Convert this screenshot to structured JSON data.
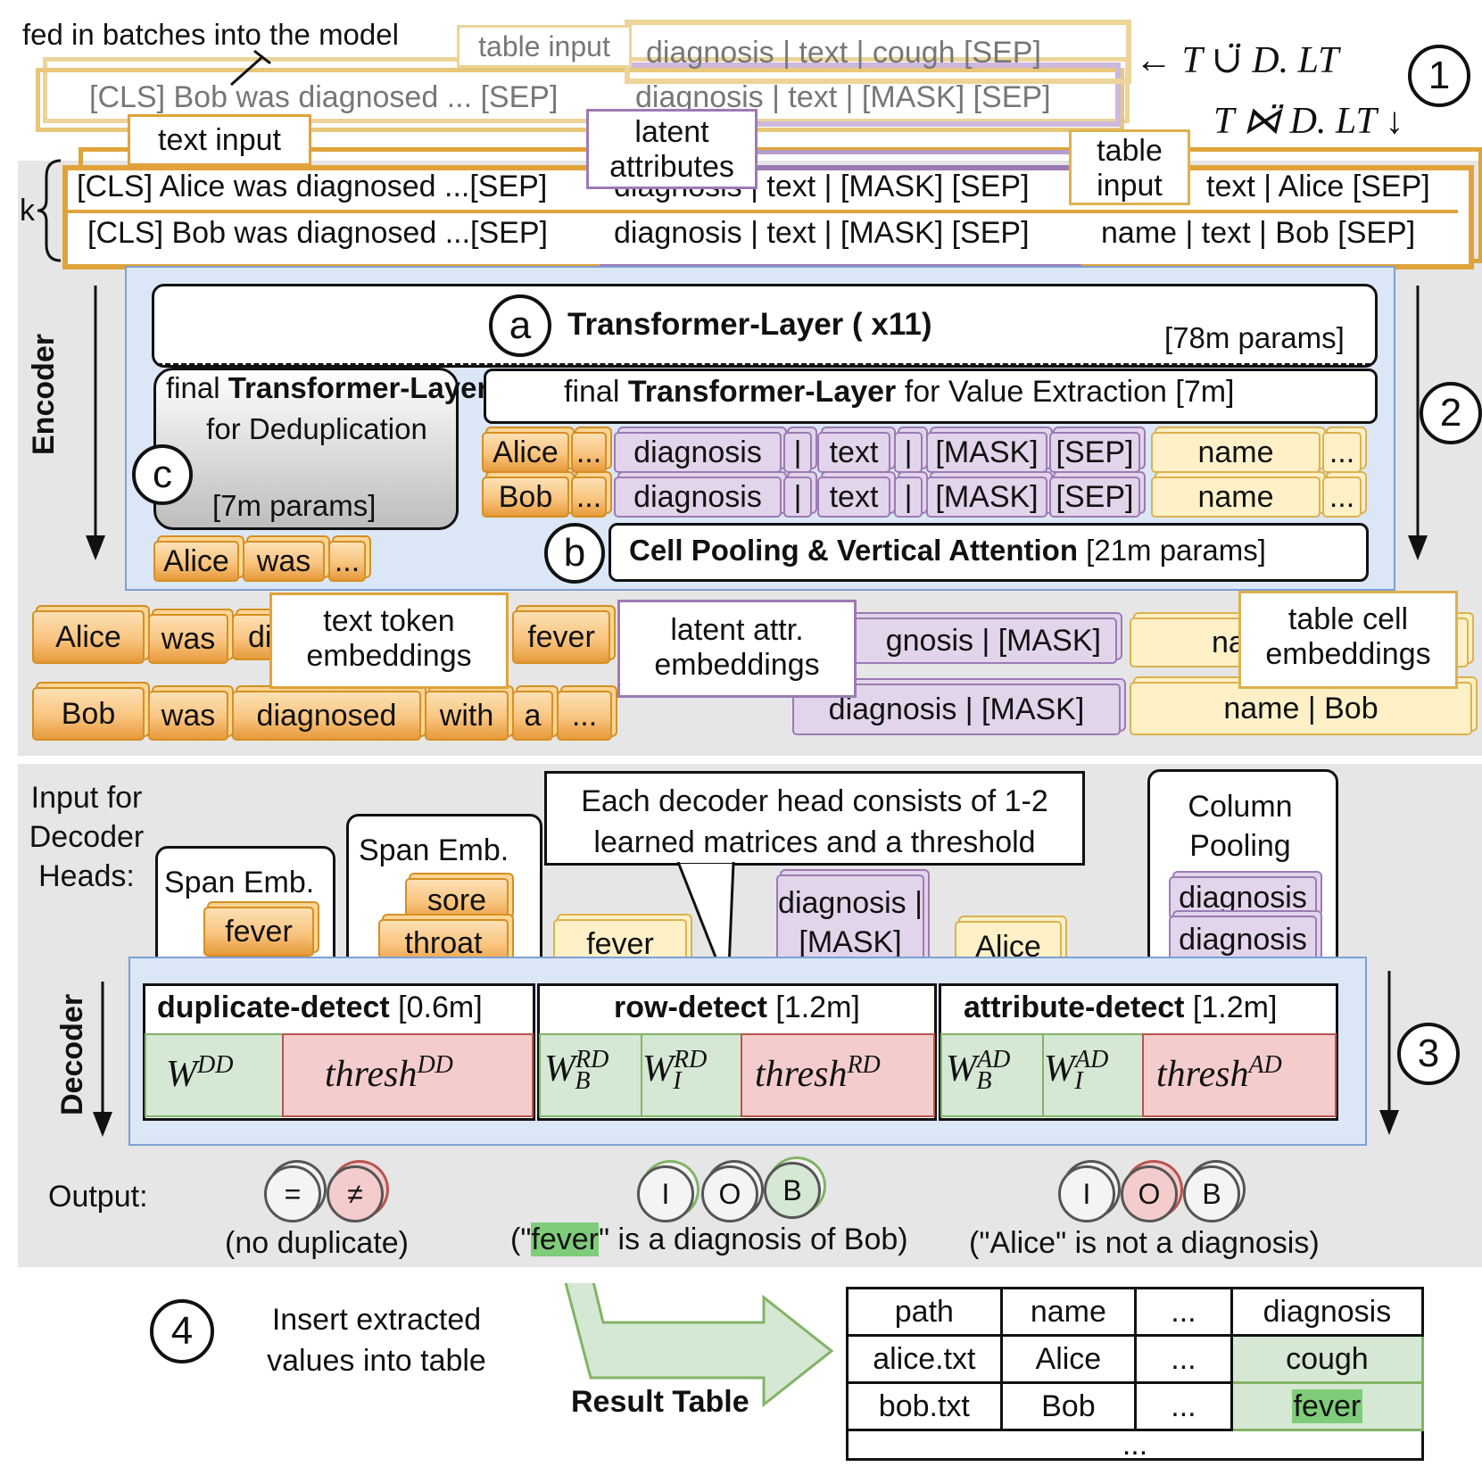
{
  "colors": {
    "orange": "#e79a3b",
    "purple": "#9c7bb3",
    "yellow": "#dcb24e",
    "blue": "#dbe7f7",
    "green": "#d5e8d4",
    "red": "#f5cccc",
    "gray": "#e6e6e6"
  },
  "step1": {
    "batches_note": "fed in batches into the model",
    "table_input_label": "table input",
    "row_a_text": "[CLS] Bob was diagnosed ... [SEP]",
    "row_a_latent": "diagnosis | text | [MASK] [SEP]",
    "top_table_row": "diagnosis | text | cough [SEP]",
    "union_formula": "← T ∪̈ D. LT",
    "join_formula": "T ⋈̈ D. LT ↓",
    "number": "1",
    "text_input_label": "text input",
    "latent_label": "latent attributes",
    "table_input_label2": "table input",
    "k": "k",
    "rows": [
      {
        "text": "[CLS] Alice was diagnosed ...[SEP]",
        "latent": "diagnosis | text | [MASK] [SEP]",
        "table": "text | Alice [SEP]"
      },
      {
        "text": "[CLS] Bob was diagnosed ...[SEP]",
        "latent": "diagnosis | text | [MASK] [SEP]",
        "table": "name | text | Bob [SEP]"
      }
    ]
  },
  "encoder": {
    "label": "Encoder",
    "number": "2",
    "transformer_marker": "a",
    "transformer_title": "Transformer-Layer ( x11)",
    "transformer_params": "[78m params]",
    "dedup_marker": "c",
    "dedup_pre": "final",
    "dedup_bold": "Transformer-Layer",
    "dedup_rest": "for Deduplication",
    "dedup_params": "[7m params]",
    "value_pre": "final",
    "value_bold": "Transformer-Layer",
    "value_rest": "for Value Extraction [7m]",
    "value_tokens": [
      [
        "Alice",
        "...",
        "diagnosis",
        "|",
        "text",
        "|",
        "[MASK]",
        "[SEP]",
        "name",
        "..."
      ],
      [
        "Bob",
        "...",
        "diagnosis",
        "|",
        "text",
        "|",
        "[MASK]",
        "[SEP]",
        "name",
        "..."
      ]
    ],
    "dedup_tokens": [
      "Alice",
      "was",
      "..."
    ],
    "pool_marker": "b",
    "pool_bold": "Cell Pooling & Vertical Attention",
    "pool_params": "[21m params]"
  },
  "embeddings": {
    "text_label": "text token embeddings",
    "latent_label": "latent attr. embeddings",
    "table_label": "table cell embeddings",
    "text_row1": [
      "Alice",
      "was",
      "di",
      "fever"
    ],
    "text_row2": [
      "Bob",
      "was",
      "diagnosed",
      "with",
      "a",
      "..."
    ],
    "latent_row1": "gnosis | [MASK]",
    "latent_row2": "diagnosis | [MASK]",
    "table_row1": "na",
    "table_row2": "name | Bob"
  },
  "decoder": {
    "input_label": "Input for Decoder Heads:",
    "span1_title": "Span Emb.",
    "span1_token": "fever",
    "span2_title": "Span Emb.",
    "span2_tokens": [
      "sore",
      "throat"
    ],
    "fever_token": "fever",
    "callout": "Each decoder head consists of 1-2 learned matrices and a threshold",
    "latent_token": "diagnosis | [MASK]",
    "alice_token": "Alice",
    "colpool_title": "Column Pooling",
    "colpool_tokens": [
      "diagnosis",
      "diagnosis"
    ],
    "label": "Decoder",
    "number": "3",
    "heads": [
      {
        "name": "duplicate-detect",
        "params": "[0.6m]"
      },
      {
        "name": "row-detect",
        "params": "[1.2m]"
      },
      {
        "name": "attribute-detect",
        "params": "[1.2m]"
      }
    ],
    "output_label": "Output:",
    "out1_symbols": [
      "=",
      "≠"
    ],
    "out1_caption": "(no duplicate)",
    "out2_symbols": [
      "I",
      "O",
      "B"
    ],
    "out2_caption_pre": "(\"",
    "out2_caption_hl": "fever",
    "out2_caption_post": "\" is a diagnosis of Bob)",
    "out3_symbols": [
      "I",
      "O",
      "B"
    ],
    "out3_caption": "(\"Alice\" is not a diagnosis)"
  },
  "step4": {
    "number": "4",
    "text": "Insert extracted values into table",
    "arrow_label": "Result Table",
    "table": {
      "headers": [
        "path",
        "name",
        "...",
        "diagnosis"
      ],
      "rows": [
        [
          "alice.txt",
          "Alice",
          "...",
          "cough"
        ],
        [
          "bob.txt",
          "Bob",
          "...",
          "fever"
        ]
      ],
      "footer": "..."
    }
  }
}
